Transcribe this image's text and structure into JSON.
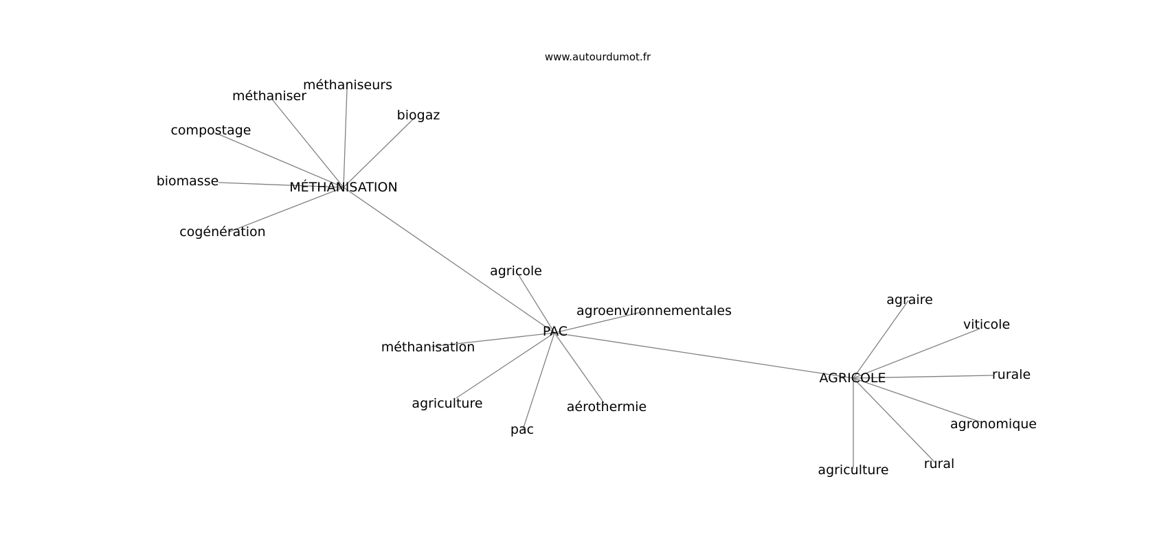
{
  "watermark": "www.autourdumot.fr",
  "graph": {
    "nodes": [
      {
        "id": "methanisation_hub",
        "label": "MÉTHANISATION"
      },
      {
        "id": "pac_hub",
        "label": "PAC"
      },
      {
        "id": "agricole_hub",
        "label": "AGRICOLE"
      },
      {
        "id": "methaniseurs",
        "label": "méthaniseurs"
      },
      {
        "id": "methaniser",
        "label": "méthaniser"
      },
      {
        "id": "biogaz",
        "label": "biogaz"
      },
      {
        "id": "compostage",
        "label": "compostage"
      },
      {
        "id": "biomasse",
        "label": "biomasse"
      },
      {
        "id": "cogeneration",
        "label": "cogénération"
      },
      {
        "id": "agricole",
        "label": "agricole"
      },
      {
        "id": "agroenvironnementales",
        "label": "agroenvironnementales"
      },
      {
        "id": "methanisation",
        "label": "méthanisation"
      },
      {
        "id": "agriculture_pac",
        "label": "agriculture"
      },
      {
        "id": "pac",
        "label": "pac"
      },
      {
        "id": "aerothermie",
        "label": "aérothermie"
      },
      {
        "id": "agraire",
        "label": "agraire"
      },
      {
        "id": "viticole",
        "label": "viticole"
      },
      {
        "id": "rurale",
        "label": "rurale"
      },
      {
        "id": "agronomique",
        "label": "agronomique"
      },
      {
        "id": "rural",
        "label": "rural"
      },
      {
        "id": "agriculture_agri",
        "label": "agriculture"
      }
    ],
    "edges": [
      [
        "methanisation_hub",
        "methaniseurs"
      ],
      [
        "methanisation_hub",
        "methaniser"
      ],
      [
        "methanisation_hub",
        "biogaz"
      ],
      [
        "methanisation_hub",
        "compostage"
      ],
      [
        "methanisation_hub",
        "biomasse"
      ],
      [
        "methanisation_hub",
        "cogeneration"
      ],
      [
        "methanisation_hub",
        "pac_hub"
      ],
      [
        "pac_hub",
        "agricole"
      ],
      [
        "pac_hub",
        "agroenvironnementales"
      ],
      [
        "pac_hub",
        "methanisation"
      ],
      [
        "pac_hub",
        "agriculture_pac"
      ],
      [
        "pac_hub",
        "pac"
      ],
      [
        "pac_hub",
        "aerothermie"
      ],
      [
        "pac_hub",
        "agricole_hub"
      ],
      [
        "agricole_hub",
        "agraire"
      ],
      [
        "agricole_hub",
        "viticole"
      ],
      [
        "agricole_hub",
        "rurale"
      ],
      [
        "agricole_hub",
        "agronomique"
      ],
      [
        "agricole_hub",
        "rural"
      ],
      [
        "agricole_hub",
        "agriculture_agri"
      ]
    ]
  }
}
